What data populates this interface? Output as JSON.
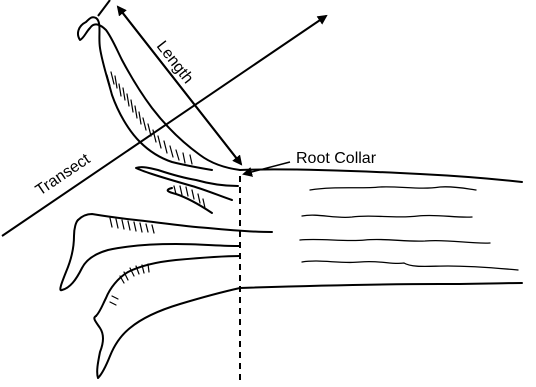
{
  "labels": {
    "length": "Length",
    "transect": "Transect",
    "root_collar": "Root Collar"
  },
  "colors": {
    "ink": "#000000",
    "background": "#ffffff"
  }
}
